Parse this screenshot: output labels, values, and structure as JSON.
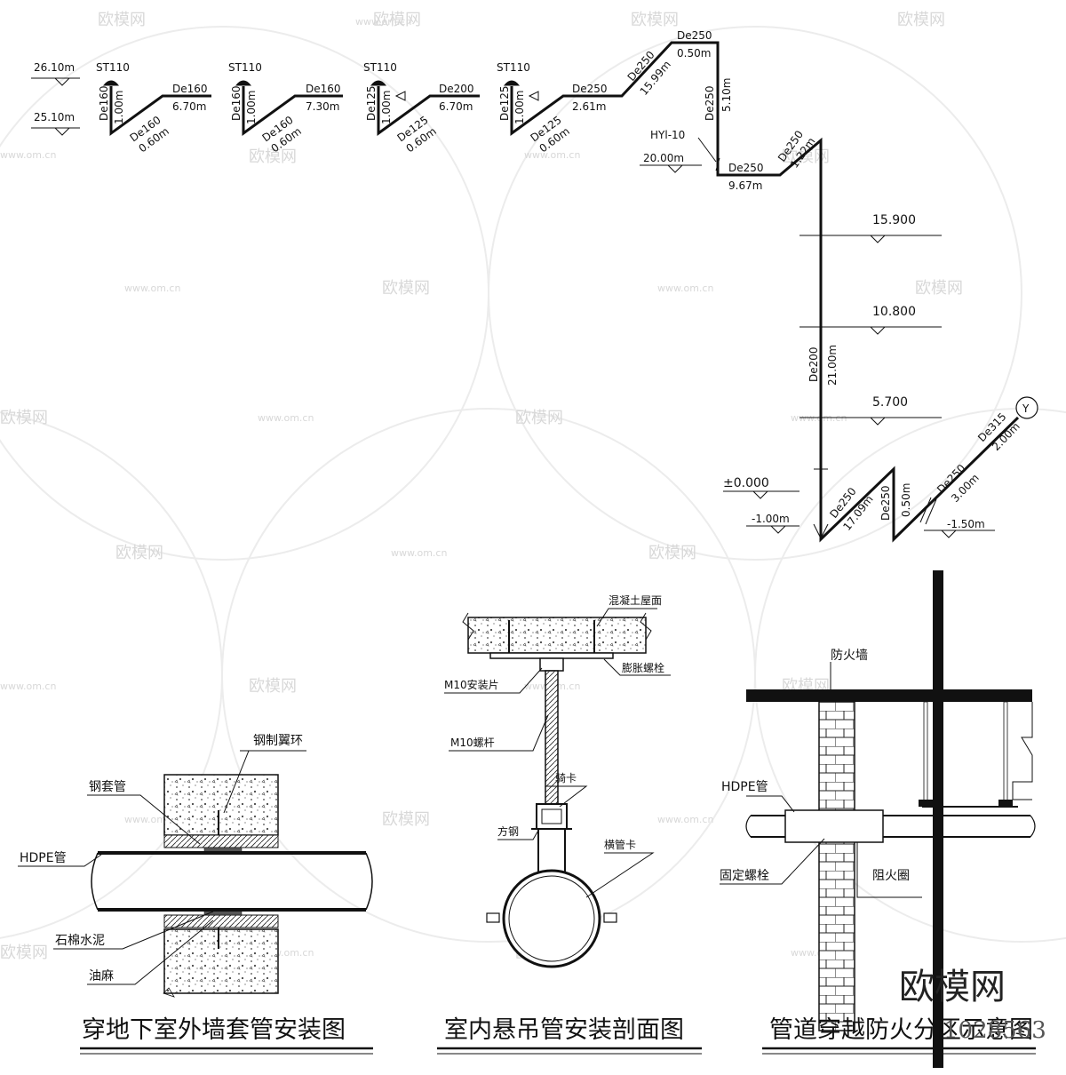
{
  "watermark": {
    "brand": "欧模网",
    "url": "www.om.cn",
    "corner_brand": "欧模网",
    "corner_code": "1028563"
  },
  "riser": {
    "levels": {
      "l1": "26.10m",
      "l2": "25.10m",
      "l3": "20.00m",
      "l4": "15.900",
      "l5": "10.800",
      "l6": "5.700",
      "l7": "±0.000",
      "l8": "-1.00m",
      "l9": "-1.50m"
    },
    "st": [
      "ST110",
      "ST110",
      "ST110",
      "ST110"
    ],
    "p1": {
      "down": "De160",
      "down_len": "1.00m",
      "diag": "De160",
      "diag_len": "0.60m",
      "horiz": "De160",
      "horiz_len": "6.70m"
    },
    "p2": {
      "down": "De160",
      "down_len": "1.00m",
      "diag": "De160",
      "diag_len": "0.60m",
      "horiz": "De160",
      "horiz_len": "7.30m"
    },
    "p3": {
      "down": "De125",
      "down_len": "1.00m",
      "diag": "De125",
      "diag_len": "0.60m",
      "horiz": "De200",
      "horiz_len": "6.70m"
    },
    "p4": {
      "down": "De125",
      "down_len": "1.00m",
      "diag": "De125",
      "diag_len": "0.60m",
      "horiz": "De250",
      "horiz_len": "2.61m"
    },
    "main": {
      "s1": "De250",
      "s1_len": "15.99m",
      "s2": "De250",
      "s2_len": "0.50m",
      "s3": "De250",
      "s3_len": "5.10m",
      "hyl": "HYl-10",
      "s4": "De250",
      "s4_len": "9.67m",
      "s5": "De250",
      "s5_len": "1.22m",
      "s6": "De200",
      "s6_len": "21.00m",
      "s7": "De250",
      "s7_len": "17.09m",
      "s8": "De250",
      "s8_len": "0.50m",
      "s9": "De250",
      "s9_len": "3.00m",
      "s10": "De315",
      "s10_len": "2.00m",
      "node": "Y"
    }
  },
  "detail1": {
    "steel_flange": "钢制翼环",
    "steel_sleeve": "钢套管",
    "hdpe": "HDPE管",
    "asbestos": "石棉水泥",
    "oakum": "油麻",
    "caption": "穿地下室外墙套管安装图"
  },
  "detail2": {
    "roof": "混凝土屋面",
    "plate": "M10安装片",
    "bolt": "膨胀螺栓",
    "rod": "M10螺杆",
    "clip": "骑卡",
    "square_steel": "方钢",
    "pipe_clamp": "横管卡",
    "caption": "室内悬吊管安装剖面图"
  },
  "detail3": {
    "firewall": "防火墙",
    "hdpe": "HDPE管",
    "fixbolt": "固定螺栓",
    "firering": "阻火圈",
    "caption": "管道穿越防火分区示意图"
  }
}
